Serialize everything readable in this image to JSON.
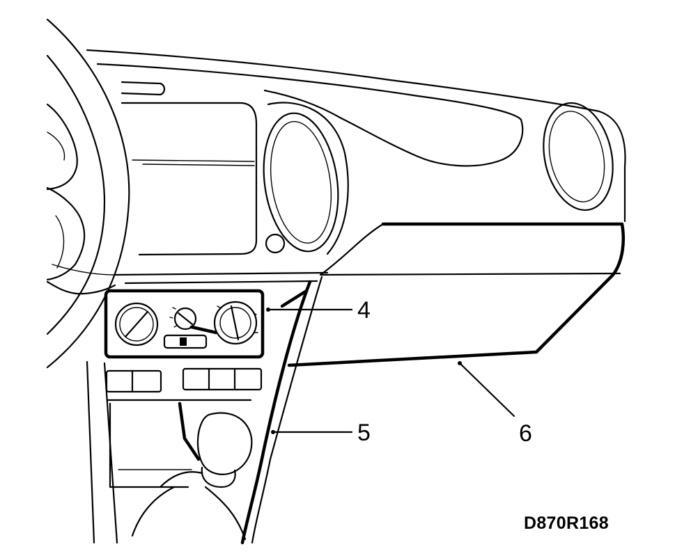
{
  "diagram": {
    "callouts": [
      {
        "id": "4",
        "label": "4"
      },
      {
        "id": "5",
        "label": "5"
      },
      {
        "id": "6",
        "label": "6"
      }
    ],
    "reference_code": "D870R168"
  }
}
